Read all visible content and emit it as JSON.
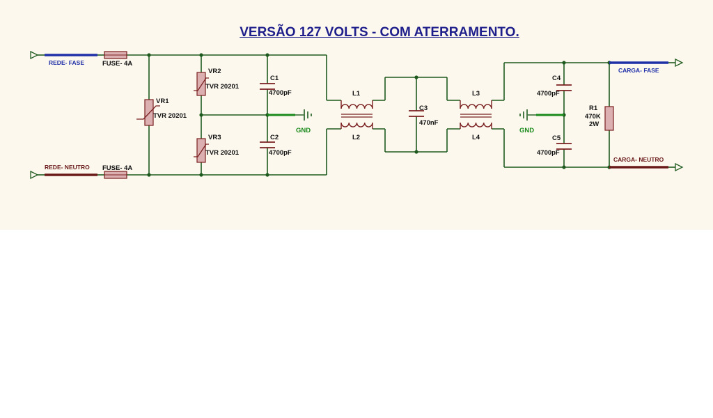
{
  "title": "VERSÃO 127 VOLTS -  COM ATERRAMENTO.",
  "terminals": {
    "rede_fase": "REDE- FASE",
    "rede_neutro": "REDE- NEUTRO",
    "carga_fase": "CARGA- FASE",
    "carga_neutro": "CARGA- NEUTRO"
  },
  "fuses": {
    "top": "FUSE- 4A",
    "bottom": "FUSE- 4A"
  },
  "varistors": {
    "vr1": {
      "ref": "VR1",
      "value": "TVR 20201"
    },
    "vr2": {
      "ref": "VR2",
      "value": "TVR 20201"
    },
    "vr3": {
      "ref": "VR3",
      "value": "TVR 20201"
    }
  },
  "capacitors": {
    "c1": {
      "ref": "C1",
      "value": "4700pF"
    },
    "c2": {
      "ref": "C2",
      "value": "4700pF"
    },
    "c3": {
      "ref": "C3",
      "value": "470nF"
    },
    "c4": {
      "ref": "C4",
      "value": "4700pF"
    },
    "c5": {
      "ref": "C5",
      "value": "4700pF"
    }
  },
  "inductors": {
    "l1": "L1",
    "l2": "L2",
    "l3": "L3",
    "l4": "L4"
  },
  "resistor": {
    "ref": "R1",
    "value": "470K",
    "power": "2W"
  },
  "ground": {
    "left": "GND",
    "right": "GND"
  },
  "colors": {
    "wire": "#1e5a1e",
    "component": "#7a1f1f",
    "fill": "#dcb0b0",
    "phase": "#1f2fa8",
    "neutral": "#6b1a1a",
    "ground": "#1a8a1a",
    "text": "#111111"
  }
}
